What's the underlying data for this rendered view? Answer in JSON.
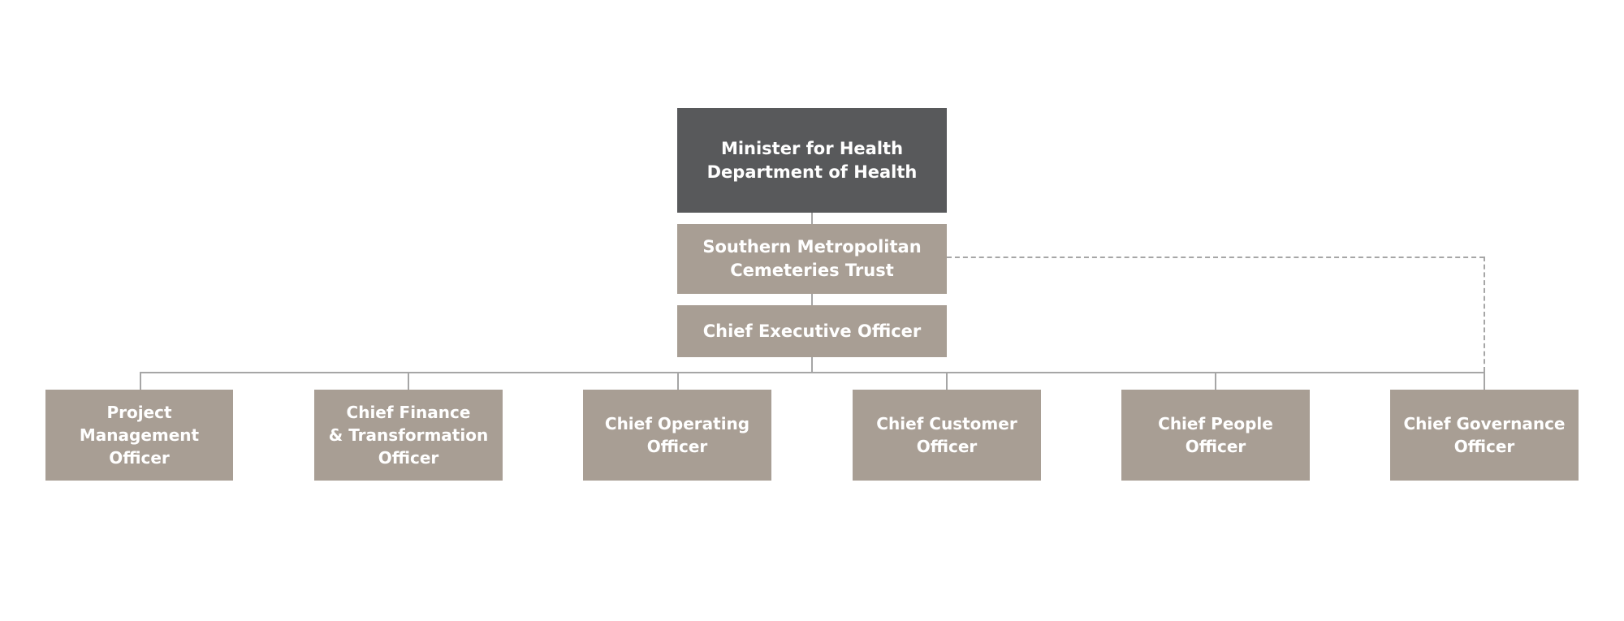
{
  "org_chart": {
    "minister": {
      "label": "Minister for Health\nDepartment of Health"
    },
    "trust": {
      "label": "Southern Metropolitan\nCemeteries Trust"
    },
    "ceo": {
      "label": "Chief Executive Officer"
    },
    "reports": [
      {
        "label": "Project\nManagement\nOfficer"
      },
      {
        "label": "Chief Finance\n& Transformation\nOfficer"
      },
      {
        "label": "Chief Operating\nOfficer"
      },
      {
        "label": "Chief Customer\nOfficer"
      },
      {
        "label": "Chief People\nOfficer"
      },
      {
        "label": "Chief Governance\nOfficer"
      }
    ],
    "colors": {
      "top_box": "#58595b",
      "box": "#a89e94",
      "text": "#ffffff",
      "connector": "#a6a6a6"
    }
  }
}
